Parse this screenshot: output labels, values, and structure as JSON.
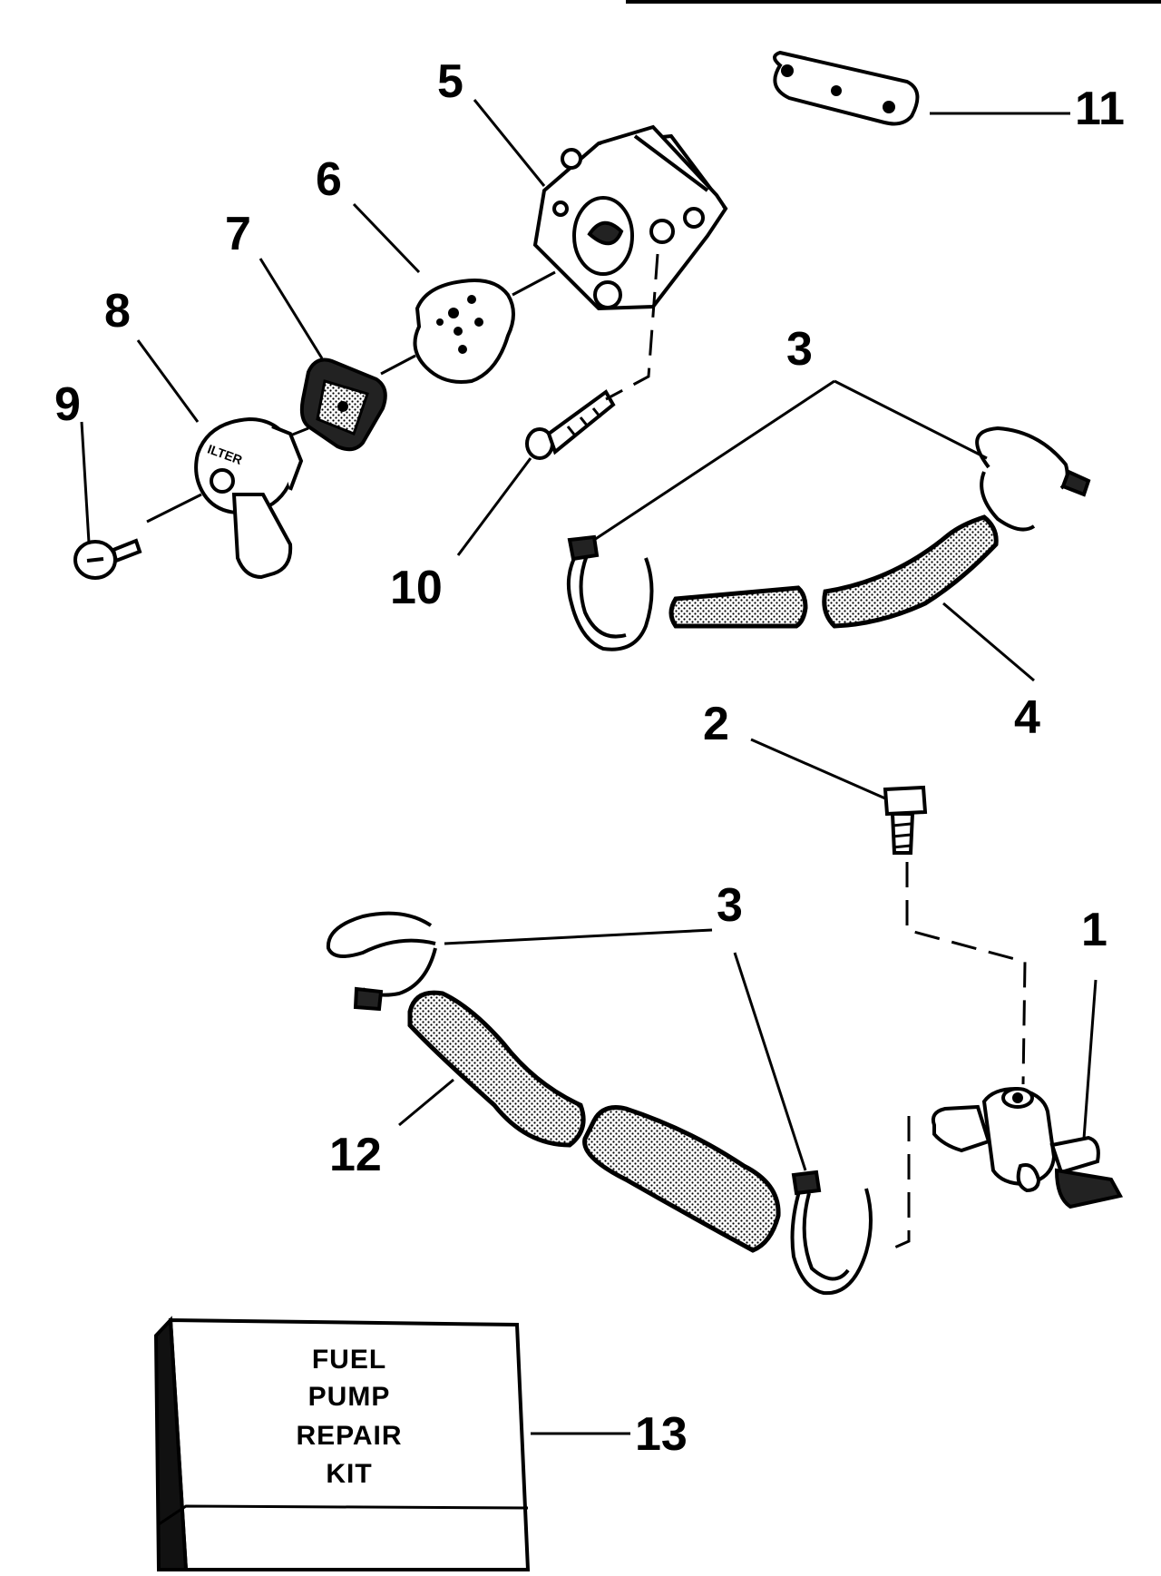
{
  "diagram": {
    "callouts": {
      "c1": "1",
      "c2": "2",
      "c3a": "3",
      "c3b": "3",
      "c4": "4",
      "c5": "5",
      "c6": "6",
      "c7": "7",
      "c8": "8",
      "c9": "9",
      "c10": "10",
      "c11": "11",
      "c12": "12",
      "c13": "13"
    },
    "kit_label": [
      "FUEL",
      "PUMP",
      "REPAIR",
      "KIT"
    ]
  }
}
